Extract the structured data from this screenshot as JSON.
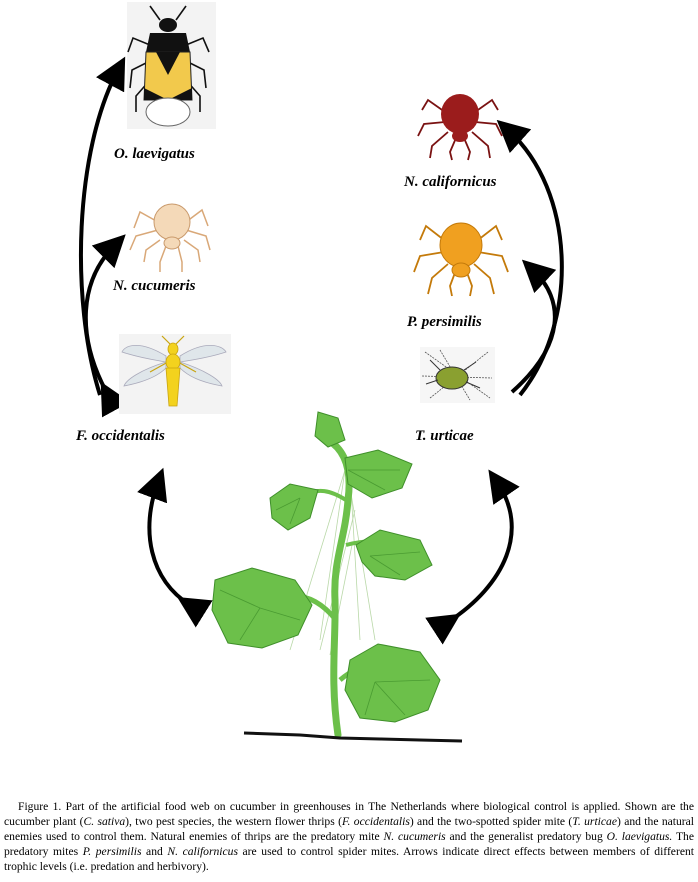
{
  "labels": {
    "o_laevigatus": "O.  laevigatus",
    "n_cucumeris": "N. cucumeris",
    "f_occidentalis": "F. occidentalis",
    "n_californicus": "N. californicus",
    "p_persimilis": "P. persimilis",
    "t_urticae": "T. urticae"
  },
  "caption": {
    "p1": "Figure 1. Part of the artificial food web on cucumber in greenhouses in The Netherlands where biological control is applied. Shown are the cucumber plant (",
    "i1": "C. sativa",
    "p2": "), two pest species, the western flower thrips (",
    "i2": "F. occidentalis",
    "p3": ") and the two-spotted spider mite (",
    "i3": "T. urticae",
    "p4": ") and the natural enemies used to control them. Natural enemies of thrips are the predatory mite ",
    "i4": "N. cucumeris",
    "p5": " and the generalist predatory bug ",
    "i5": "O. laevigatus.",
    "p6": " The predatory mites ",
    "i6": "P. persimilis",
    "p7": " and ",
    "i7": "N. californicus",
    "p8": " are used to control spider mites. Arrows indicate direct effects between members of different trophic levels (i.e. predation and herbivory)."
  },
  "colors": {
    "arrow": "#000000",
    "plant": "#6cc04a",
    "plant_outline": "#3f8f2a",
    "bug_yellow": "#f2c94c",
    "bug_black": "#111111",
    "mite_pale": "#f4d9b8",
    "mite_red": "#9b1c1c",
    "mite_orange": "#f0a020",
    "thrips_yellow": "#f3d21e",
    "spider_mite": "#8aa030"
  }
}
